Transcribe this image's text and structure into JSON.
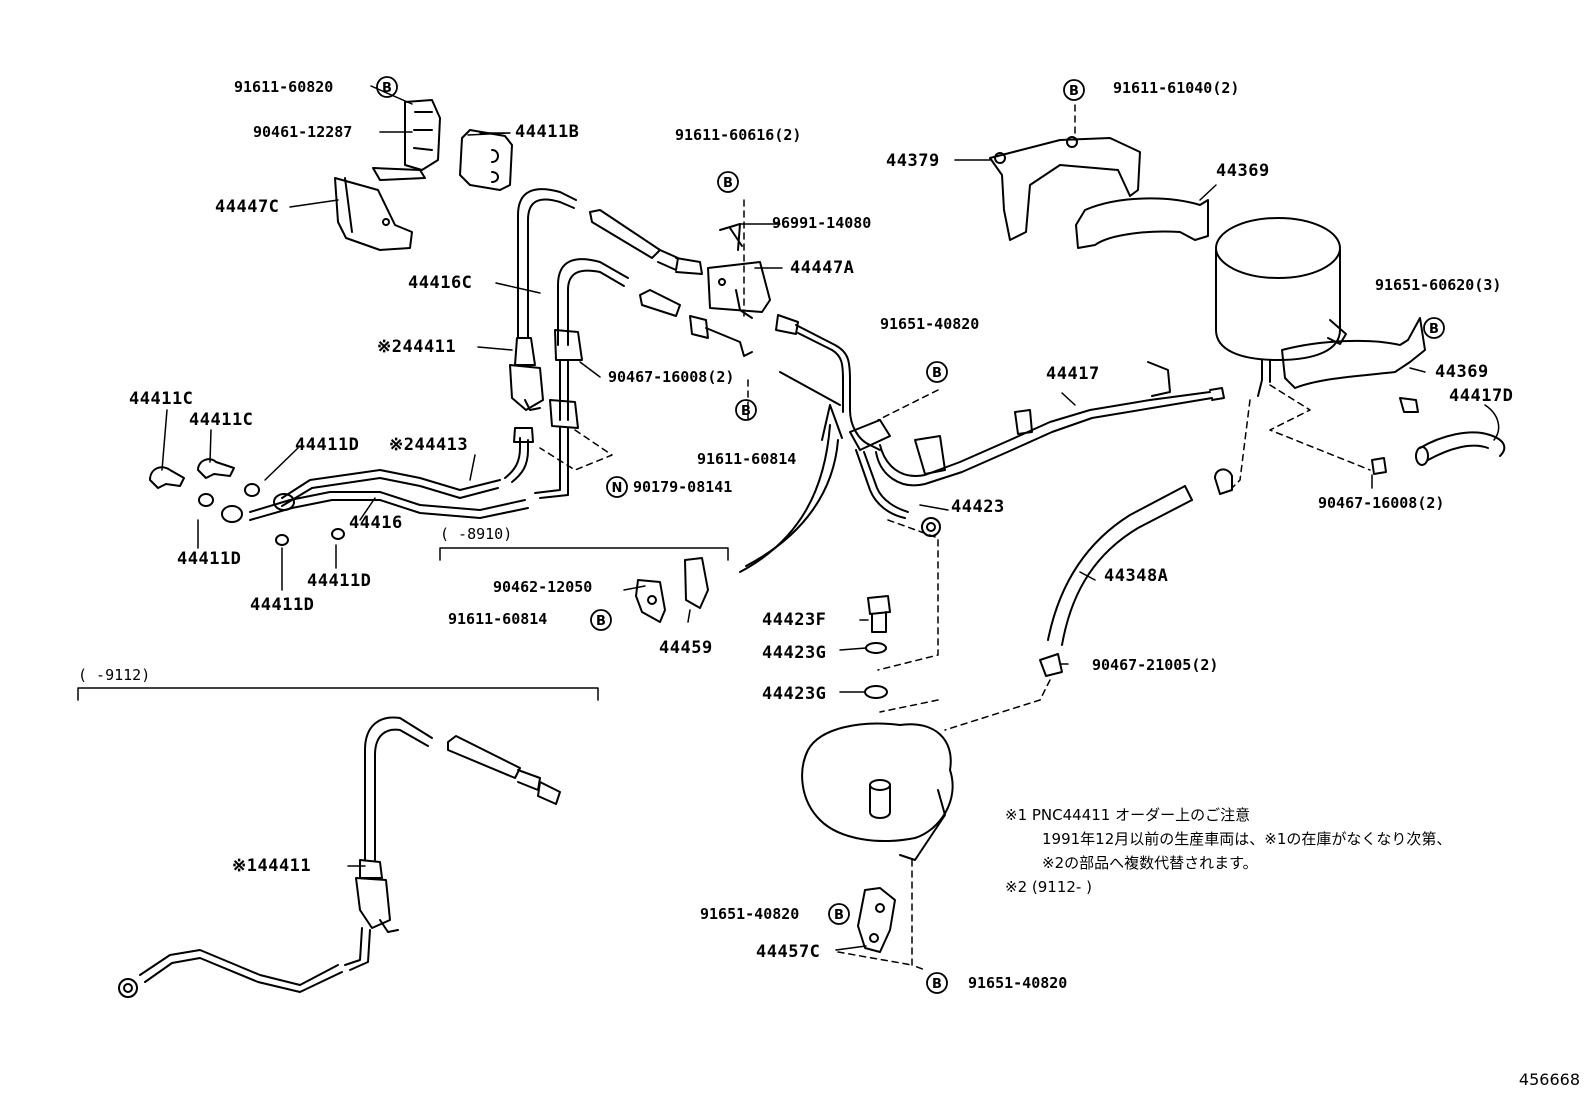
{
  "diagram_id": "456668",
  "labels": {
    "l_91611_60820": "91611-60820",
    "l_90461_12287": "90461-12287",
    "l_44411B": "44411B",
    "l_44447C": "44447C",
    "l_91611_60616": "91611-60616(2)",
    "l_96991_14080": "96991-14080",
    "l_44447A": "44447A",
    "l_44416C": "44416C",
    "l_44411_top": "※244411",
    "l_90467_16008_mid": "90467-16008(2)",
    "l_91611_60814_mid": "91611-60814",
    "l_90179_08141": "90179-08141",
    "l_44411C_a": "44411C",
    "l_44411C_b": "44411C",
    "l_44411D_a": "44411D",
    "l_44413": "※244413",
    "l_44416": "44416",
    "l_44411D_b": "44411D",
    "l_44411D_c": "44411D",
    "l_44411D_d": "44411D",
    "l_range_8910": "(      -8910)",
    "l_90462_12050": "90462-12050",
    "l_91611_60814_low": "91611-60814",
    "l_44459": "44459",
    "l_range_9112": "(      -9112)",
    "l_144411": "※144411",
    "l_91611_61040": "91611-61040(2)",
    "l_44379": "44379",
    "l_44369_top": "44369",
    "l_91651_60620": "91651-60620(3)",
    "l_44369_low": "44369",
    "l_44417D": "44417D",
    "l_91651_40820_top": "91651-40820",
    "l_44417": "44417",
    "l_44423": "44423",
    "l_90467_16008_right": "90467-16008(2)",
    "l_44348A": "44348A",
    "l_44423F": "44423F",
    "l_44423G_a": "44423G",
    "l_44423G_b": "44423G",
    "l_90467_21005": "90467-21005(2)",
    "l_91651_40820_mid": "91651-40820",
    "l_44457C": "44457C",
    "l_91651_40820_bot": "91651-40820"
  },
  "markers": {
    "b": "B",
    "n": "N"
  },
  "notes": {
    "line1": "※1 PNC44411  オーダー上のご注意",
    "line2": "1991年12月以前の生産車両は、※1の在庫がなくなり次第、",
    "line3": "※2の部品へ複数代替されます。",
    "line4": "※2 (9112-        )"
  }
}
